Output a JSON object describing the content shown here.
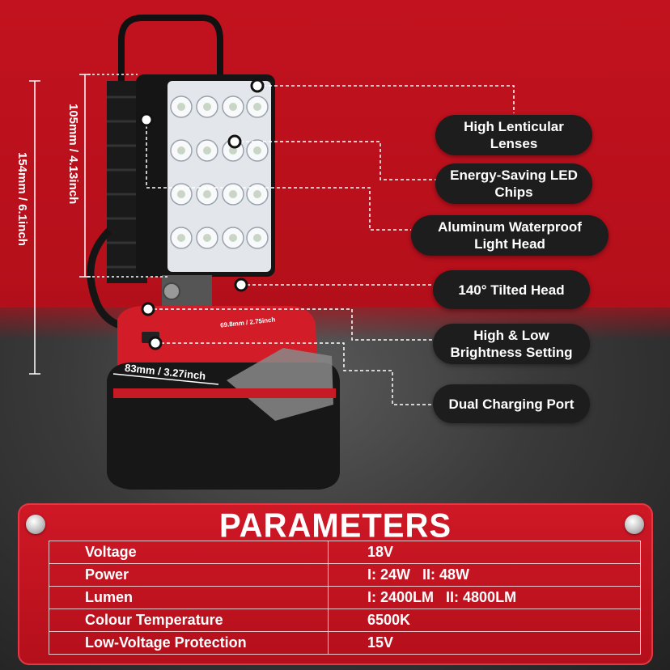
{
  "dimensions": {
    "height_total": "154mm / 6.1inch",
    "height_head": "105mm / 4.13inch",
    "width_base": "83mm / 3.27inch",
    "width_top": "69.8mm / 2.75inch"
  },
  "features": [
    "High Lenticular Lenses",
    "Energy-Saving LED Chips",
    "Aluminum Waterproof Light Head",
    "140° Tilted Head",
    "High & Low Brightness Setting",
    "Dual Charging Port"
  ],
  "parameters": {
    "title": "PARAMETERS",
    "rows": [
      {
        "label": "Voltage",
        "value": "18V"
      },
      {
        "label": "Power",
        "value": "I: 24W   II: 48W"
      },
      {
        "label": "Lumen",
        "value": "I: 2400LM   II: 4800LM"
      },
      {
        "label": "Colour Temperature",
        "value": "6500K"
      },
      {
        "label": "Low-Voltage Protection",
        "value": "15V"
      }
    ]
  },
  "colors": {
    "accent_red": "#c2121f",
    "pill_bg": "#1d1d1d"
  }
}
